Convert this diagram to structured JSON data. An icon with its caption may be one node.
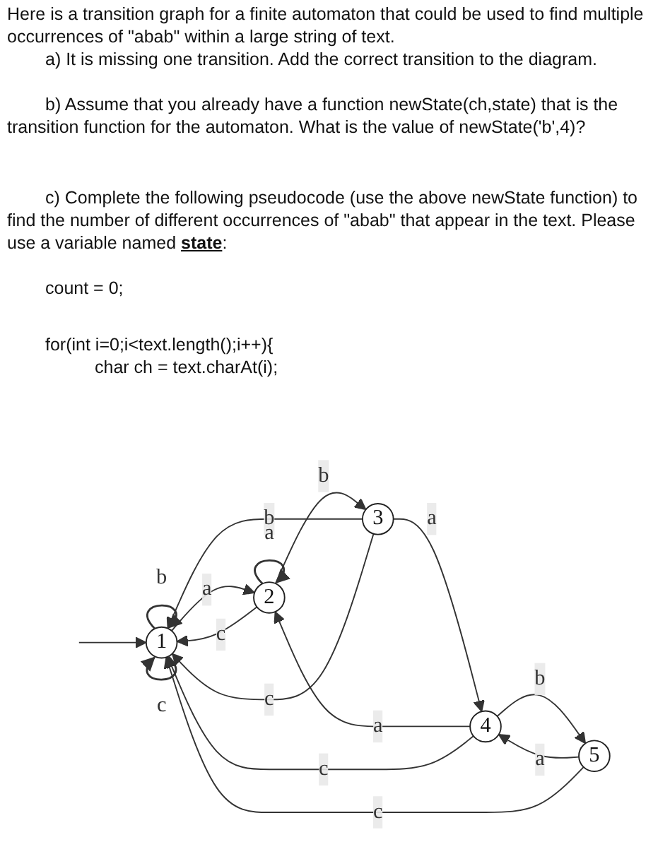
{
  "diagram": {
    "nodes": [
      {
        "text": [
          "1"
        ]
      },
      {
        "text": [
          "2"
        ]
      },
      {
        "text": [
          "3"
        ]
      },
      {
        "text": [
          "4"
        ]
      },
      {
        "text": [
          "5"
        ]
      }
    ],
    "edges": [
      {
        "from": null,
        "to": 0,
        "arrow": "to"
      },
      {
        "from": 0,
        "to": 0,
        "arrow": "to",
        "label": "b"
      },
      {
        "from": 0,
        "to": 0,
        "arrow": "to",
        "label": "c"
      },
      {
        "from": 0,
        "to": 1,
        "arrow": "to",
        "label": "a"
      },
      {
        "from": 1,
        "to": 0,
        "arrow": "to",
        "label": "c"
      },
      {
        "from": 1,
        "to": 1,
        "arrow": "to",
        "label": "a"
      },
      {
        "from": 1,
        "to": 2,
        "arrow": "to",
        "label": "b"
      },
      {
        "from": 2,
        "to": 0,
        "arrow": "to",
        "label": "b"
      },
      {
        "from": 2,
        "to": 0,
        "arrow": "to",
        "label": "c"
      },
      {
        "from": 2,
        "to": 3,
        "arrow": "to",
        "label": "a"
      },
      {
        "from": 3,
        "to": 1,
        "arrow": "to",
        "label": "a"
      },
      {
        "from": 3,
        "to": 4,
        "arrow": "to",
        "label": "b"
      },
      {
        "from": 4,
        "to": 3,
        "arrow": "to",
        "label": "a"
      },
      {
        "from": 3,
        "to": 0,
        "arrow": "to",
        "label": "c"
      },
      {
        "from": 4,
        "to": 0,
        "arrow": "to",
        "label": "c"
      }
    ],
    "labels": [
      "Here is a transition graph for a finite automaton that could be used to find multiple occurrences of \"abab\" within a large string of text.",
      "a) It is missing one transition. Add the correct transition to the diagram.",
      "b) Assume that you already have a function newState(ch,state) that is the transition function for the automaton. What is the value of newState('b',4)?",
      "c) Complete the following pseudocode (use the above newState function) to find the number of different occurrences of  \"abab\" that appear in the text. Please use a variable named **state**:",
      "count = 0;",
      "for(int i=0;i<text.length();i++){",
      "char ch = text.charAt(i);"
    ]
  }
}
